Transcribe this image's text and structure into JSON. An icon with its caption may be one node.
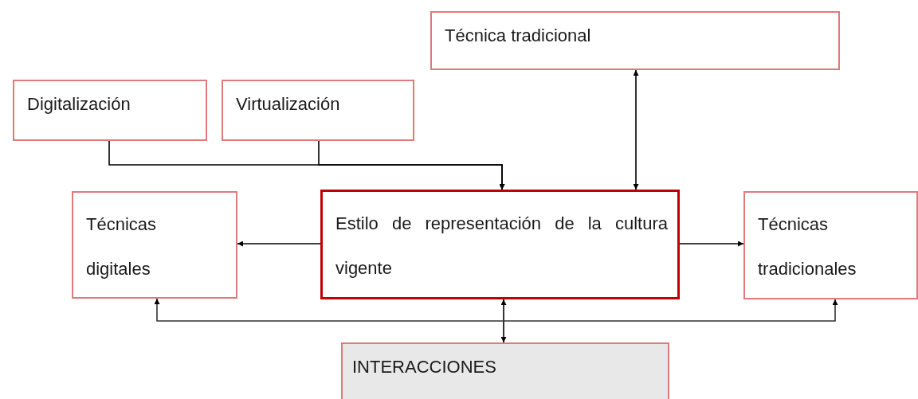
{
  "diagram": {
    "nodes": [
      {
        "text": [
          "Técnica tradicional"
        ]
      },
      {
        "text": [
          "Digitalización"
        ]
      },
      {
        "text": [
          "Virtualización"
        ]
      },
      {
        "text": [
          "Técnicas digitales"
        ]
      },
      {
        "text": [
          "Estilo de representación de la cultura vigente"
        ]
      },
      {
        "text": [
          "Técnicas tradicionales"
        ]
      },
      {
        "text": [
          "INTERACCIONES"
        ]
      }
    ],
    "edges": [
      {
        "from": 1,
        "to": 4,
        "arrow": "to"
      },
      {
        "from": 2,
        "to": 4,
        "arrow": "to"
      },
      {
        "from": 4,
        "to": 0,
        "arrow": "both"
      },
      {
        "from": 4,
        "to": 3,
        "arrow": "to"
      },
      {
        "from": 4,
        "to": 5,
        "arrow": "to"
      },
      {
        "from": 4,
        "to": 6,
        "arrow": "both"
      },
      {
        "from": 3,
        "to": 5,
        "arrow": "both"
      }
    ]
  }
}
